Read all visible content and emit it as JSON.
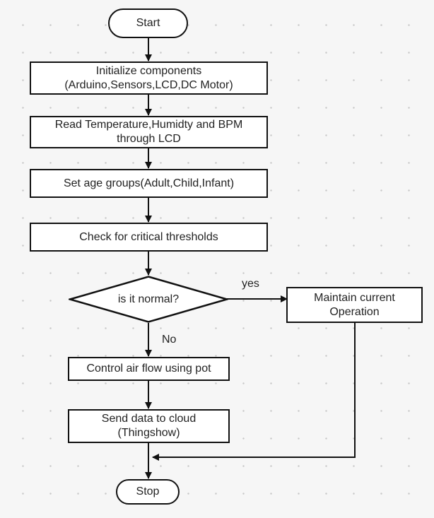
{
  "flowchart": {
    "start": "Start",
    "init": "Initialize components\n(Arduino,Sensors,LCD,DC Motor)",
    "read": "Read Temperature,Humidty and BPM\nthrough LCD",
    "age": "Set age groups(Adult,Child,Infant)",
    "check": "Check for critical thresholds",
    "decision": "is it normal?",
    "maintain": "Maintain current\nOperation",
    "control": "Control air flow using pot",
    "send": "Send data to cloud\n(Thingshow)",
    "stop": "Stop",
    "label_yes": "yes",
    "label_no": "No"
  },
  "colors": {
    "background": "#f6f6f6",
    "node_fill": "#ffffff",
    "stroke": "#111111",
    "text": "#222222"
  }
}
